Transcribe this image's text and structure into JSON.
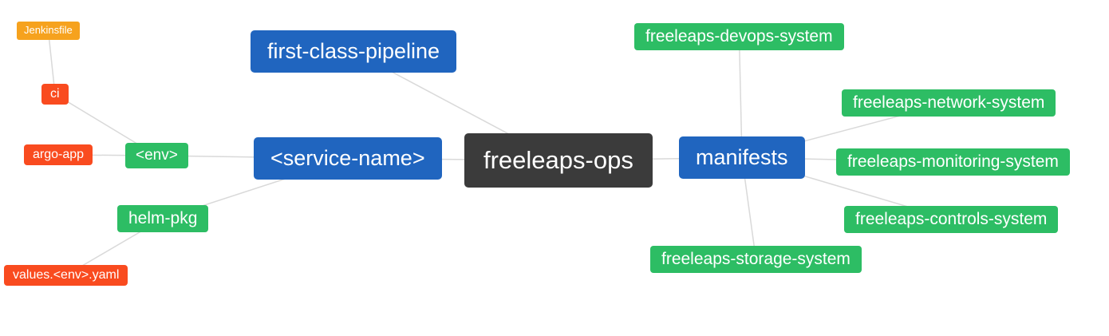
{
  "diagram": {
    "title": "freeleaps-ops repository structure mind map",
    "background_color": "#ffffff",
    "edge_color": "#d9d9d9",
    "colors": {
      "root_dark": "#3b3b3b",
      "branch_blue": "#2065bf",
      "leaf_green": "#2dbd64",
      "leaf_red": "#f94b1f",
      "leaf_orange": "#f6a21e"
    },
    "nodes": {
      "freeleaps-ops": {
        "label": "freeleaps-ops",
        "color": "#3b3b3b"
      },
      "first-class-pipeline": {
        "label": "first-class-pipeline",
        "color": "#2065bf"
      },
      "service-name": {
        "label": "<service-name>",
        "color": "#2065bf"
      },
      "manifests": {
        "label": "manifests",
        "color": "#2065bf"
      },
      "env": {
        "label": "<env>",
        "color": "#2dbd64"
      },
      "helm-pkg": {
        "label": "helm-pkg",
        "color": "#2dbd64"
      },
      "ci": {
        "label": "ci",
        "color": "#f94b1f"
      },
      "argo-app": {
        "label": "argo-app",
        "color": "#f94b1f"
      },
      "jenkinsfile": {
        "label": "Jenkinsfile",
        "color": "#f6a21e"
      },
      "values-env-yaml": {
        "label": "values.<env>.yaml",
        "color": "#f94b1f"
      },
      "devops-system": {
        "label": "freeleaps-devops-system",
        "color": "#2dbd64"
      },
      "network-system": {
        "label": "freeleaps-network-system",
        "color": "#2dbd64"
      },
      "monitoring-system": {
        "label": "freeleaps-monitoring-system",
        "color": "#2dbd64"
      },
      "controls-system": {
        "label": "freeleaps-controls-system",
        "color": "#2dbd64"
      },
      "storage-system": {
        "label": "freeleaps-storage-system",
        "color": "#2dbd64"
      }
    },
    "edges": [
      [
        "jenkinsfile",
        "ci"
      ],
      [
        "ci",
        "env"
      ],
      [
        "argo-app",
        "env"
      ],
      [
        "env",
        "service-name"
      ],
      [
        "helm-pkg",
        "service-name"
      ],
      [
        "values-env-yaml",
        "helm-pkg"
      ],
      [
        "first-class-pipeline",
        "freeleaps-ops"
      ],
      [
        "service-name",
        "freeleaps-ops"
      ],
      [
        "freeleaps-ops",
        "manifests"
      ],
      [
        "manifests",
        "devops-system"
      ],
      [
        "manifests",
        "network-system"
      ],
      [
        "manifests",
        "monitoring-system"
      ],
      [
        "manifests",
        "controls-system"
      ],
      [
        "manifests",
        "storage-system"
      ]
    ]
  }
}
